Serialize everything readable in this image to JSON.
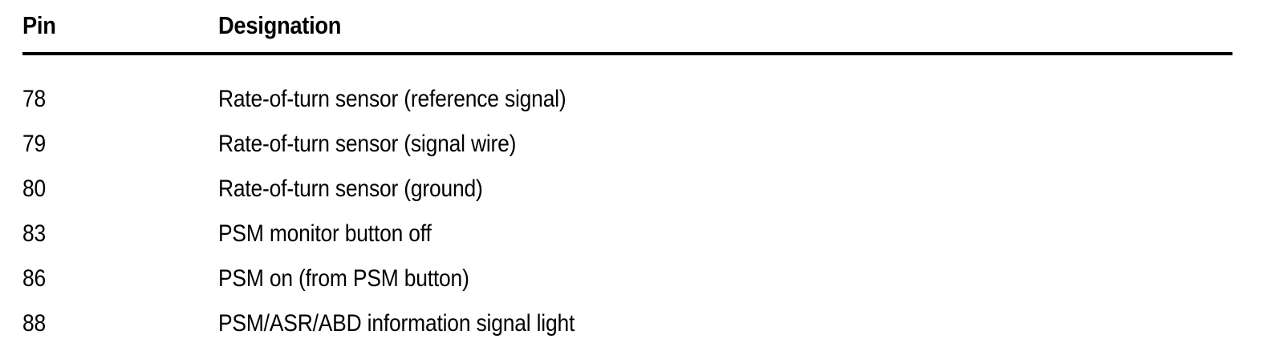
{
  "document": {
    "type": "pin-designation-table",
    "background_color": "#ffffff",
    "text_color": "#000000",
    "rule_color": "#000000"
  },
  "table": {
    "columns": [
      {
        "key": "pin",
        "header": "Pin"
      },
      {
        "key": "designation",
        "header": "Designation"
      }
    ],
    "rows": [
      {
        "pin": "78",
        "designation": "Rate-of-turn sensor (reference signal)"
      },
      {
        "pin": "79",
        "designation": "Rate-of-turn sensor (signal wire)"
      },
      {
        "pin": "80",
        "designation": "Rate-of-turn sensor (ground)"
      },
      {
        "pin": "83",
        "designation": "PSM monitor button off"
      },
      {
        "pin": "86",
        "designation": "PSM on (from PSM button)"
      },
      {
        "pin": "88",
        "designation": "PSM/ASR/ABD information signal light"
      }
    ]
  }
}
